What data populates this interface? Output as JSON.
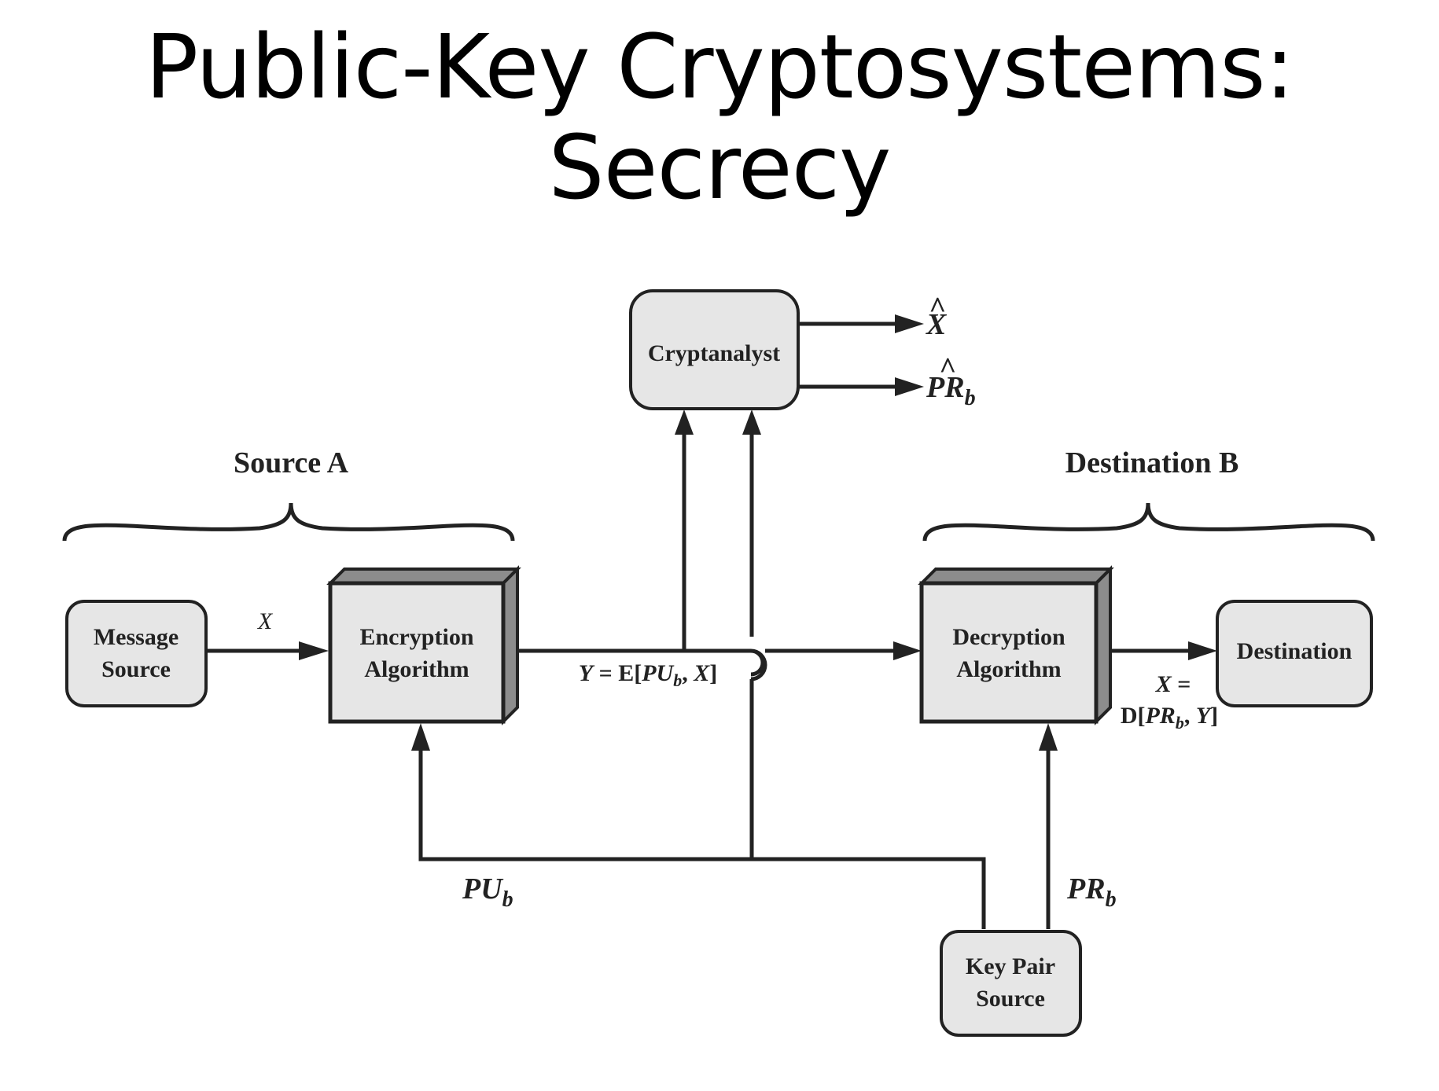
{
  "slide": {
    "title_line1": "Public-Key Cryptosystems:",
    "title_line2": "Secrecy"
  },
  "diagram": {
    "brace_source": "Source A",
    "brace_destination": "Destination B",
    "message_source": {
      "line1": "Message",
      "line2": "Source"
    },
    "encryption": {
      "line1": "Encryption",
      "line2": "Algorithm"
    },
    "decryption": {
      "line1": "Decryption",
      "line2": "Algorithm"
    },
    "destination": "Destination",
    "cryptanalyst": "Cryptanalyst",
    "key_pair_source": {
      "line1": "Key Pair",
      "line2": "Source"
    },
    "label_x": "X",
    "label_ciphertext": {
      "y": "Y",
      "eq": " = E[",
      "pu": "PU",
      "sub": "b",
      "comma": ", ",
      "x": "X",
      "close": "]"
    },
    "label_plaintext_out": {
      "x": "X",
      "eq": " =",
      "d": "D[",
      "pr": "PR",
      "sub": "b",
      "comma": ", ",
      "y": "Y",
      "close": "]"
    },
    "label_pub_key": {
      "base": "PU",
      "sub": "b"
    },
    "label_priv_key": {
      "base": "PR",
      "sub": "b"
    },
    "out_x_hat": {
      "hat": "^",
      "base": "X"
    },
    "out_pr_hat": {
      "hat": "^",
      "base": "PR",
      "sub": "b"
    }
  }
}
